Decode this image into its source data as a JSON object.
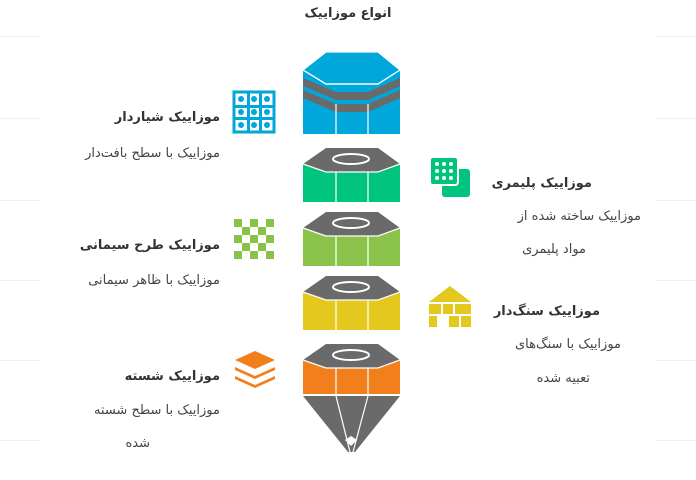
{
  "title": "انواع موزاییک",
  "colors": {
    "blue": "#00A7DB",
    "green": "#00C47D",
    "lime": "#8BC34A",
    "yellow": "#E5C81E",
    "orange": "#F07F1C",
    "gray": "#6A6A6A"
  },
  "items": [
    {
      "title": "موزاییک شیاردار",
      "desc": [
        "موزاییک با سطح بافت‌دار"
      ],
      "icon": "grid-pattern-icon"
    },
    {
      "title": "موزاییک پلیمری",
      "desc": [
        "موزاییک ساخته شده از",
        "مواد پلیمری"
      ],
      "icon": "dotted-squares-icon"
    },
    {
      "title": "موزاییک طرح سیمانی",
      "desc": [
        "موزاییک با ظاهر سیمانی"
      ],
      "icon": "checker-pattern-icon"
    },
    {
      "title": "موزاییک سنگ‌دار",
      "desc": [
        "موزاییک با سنگ‌های",
        "تعبیه شده"
      ],
      "icon": "stone-house-icon"
    },
    {
      "title": "موزاییک شسته",
      "desc": [
        "موزاییک با سطح شسته",
        "شده"
      ],
      "icon": "layers-icon"
    }
  ]
}
